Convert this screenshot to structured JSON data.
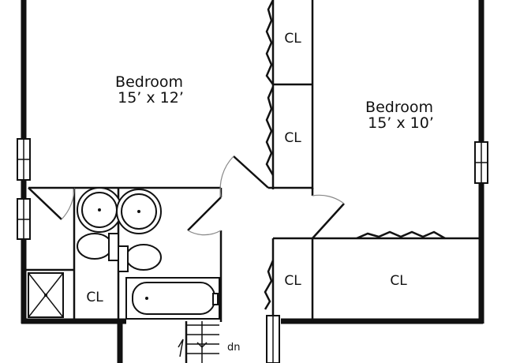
{
  "rooms": {
    "bedroom_left": {
      "name": "Bedroom",
      "size": "15’ x 12’"
    },
    "bedroom_right": {
      "name": "Bedroom",
      "size": "15’ x 10’"
    }
  },
  "closets": {
    "upper_left_top": "CL",
    "upper_left_mid": "CL",
    "bath_closet": "CL",
    "hall_closet": "CL",
    "right_closet": "CL"
  },
  "stairs": {
    "label": "dn"
  },
  "colors": {
    "wall": "#111111",
    "background": "#ffffff",
    "door_swing": "#888888"
  }
}
